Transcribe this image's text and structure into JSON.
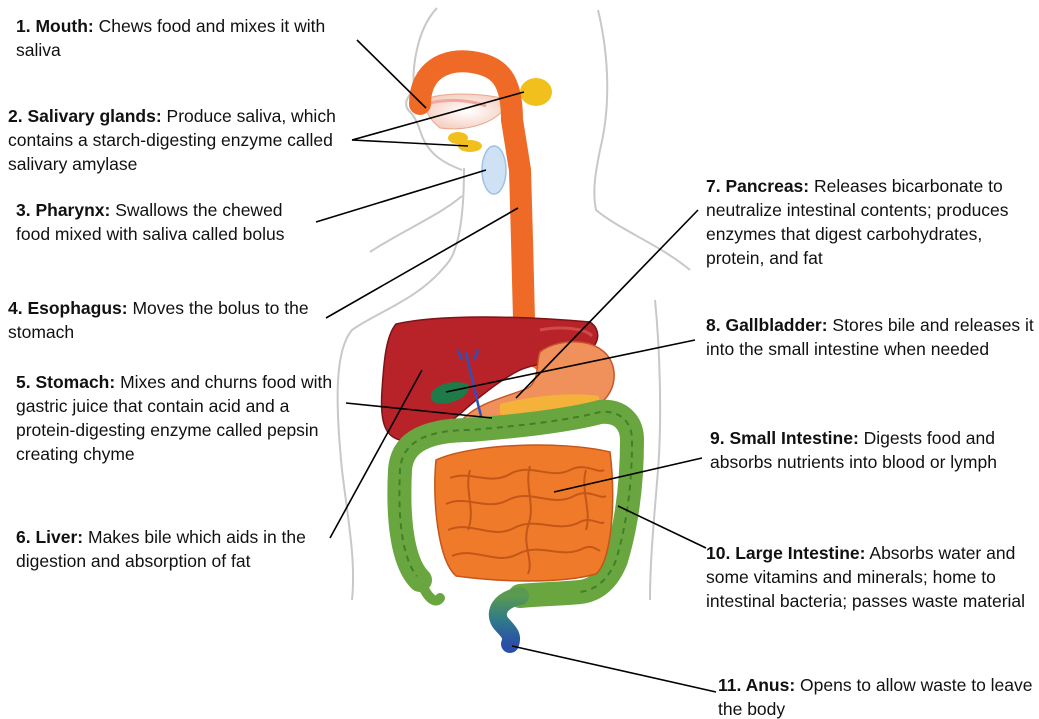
{
  "labels": {
    "mouth": {
      "title": "1. Mouth:",
      "text": " Chews food and mixes it with saliva"
    },
    "salivary": {
      "title": "2. Salivary glands:",
      "text": " Produce saliva, which contains a starch-digesting enzyme called salivary amylase"
    },
    "pharynx": {
      "title": "3. Pharynx:",
      "text": " Swallows the chewed food mixed with saliva called bolus"
    },
    "esophagus": {
      "title": "4. Esophagus:",
      "text": " Moves the bolus to the stomach"
    },
    "stomach": {
      "title": "5. Stomach:",
      "text": " Mixes and churns food with gastric juice that contain acid and a protein-digesting enzyme called pepsin creating chyme"
    },
    "liver": {
      "title": "6. Liver:",
      "text": " Makes bile which aids in the digestion and absorption of fat"
    },
    "pancreas": {
      "title": "7. Pancreas:",
      "text": " Releases bicarbonate to neutralize intestinal contents; produces enzymes that digest carbohydrates, protein, and fat"
    },
    "gallbladder": {
      "title": "8. Gallbladder:",
      "text": " Stores bile and releases it into the small intestine when needed"
    },
    "small_intestine": {
      "title": "9. Small Intestine:",
      "text": " Digests food and absorbs nutrients into blood or lymph"
    },
    "large_intestine": {
      "title": "10. Large Intestine:",
      "text": " Absorbs water and some vitamins and minerals; home to intestinal bacteria; passes waste material"
    },
    "anus": {
      "title": "11. Anus:",
      "text": " Opens to allow waste to leave the body"
    }
  },
  "colors": {
    "body_outline": "#c8c8c8",
    "esophagus": "#ee6a26",
    "salivary": "#f2c01c",
    "liver": "#b8232a",
    "stomach": "#f0905a",
    "small_intestine": "#ef7a2a",
    "large_intestine": "#6aa640",
    "gallbladder": "#1e7a48",
    "pancreas": "#f5b23a",
    "bile_duct": "#3050b8",
    "rectum": "#2e5e9a",
    "leader_line": "#000000"
  }
}
